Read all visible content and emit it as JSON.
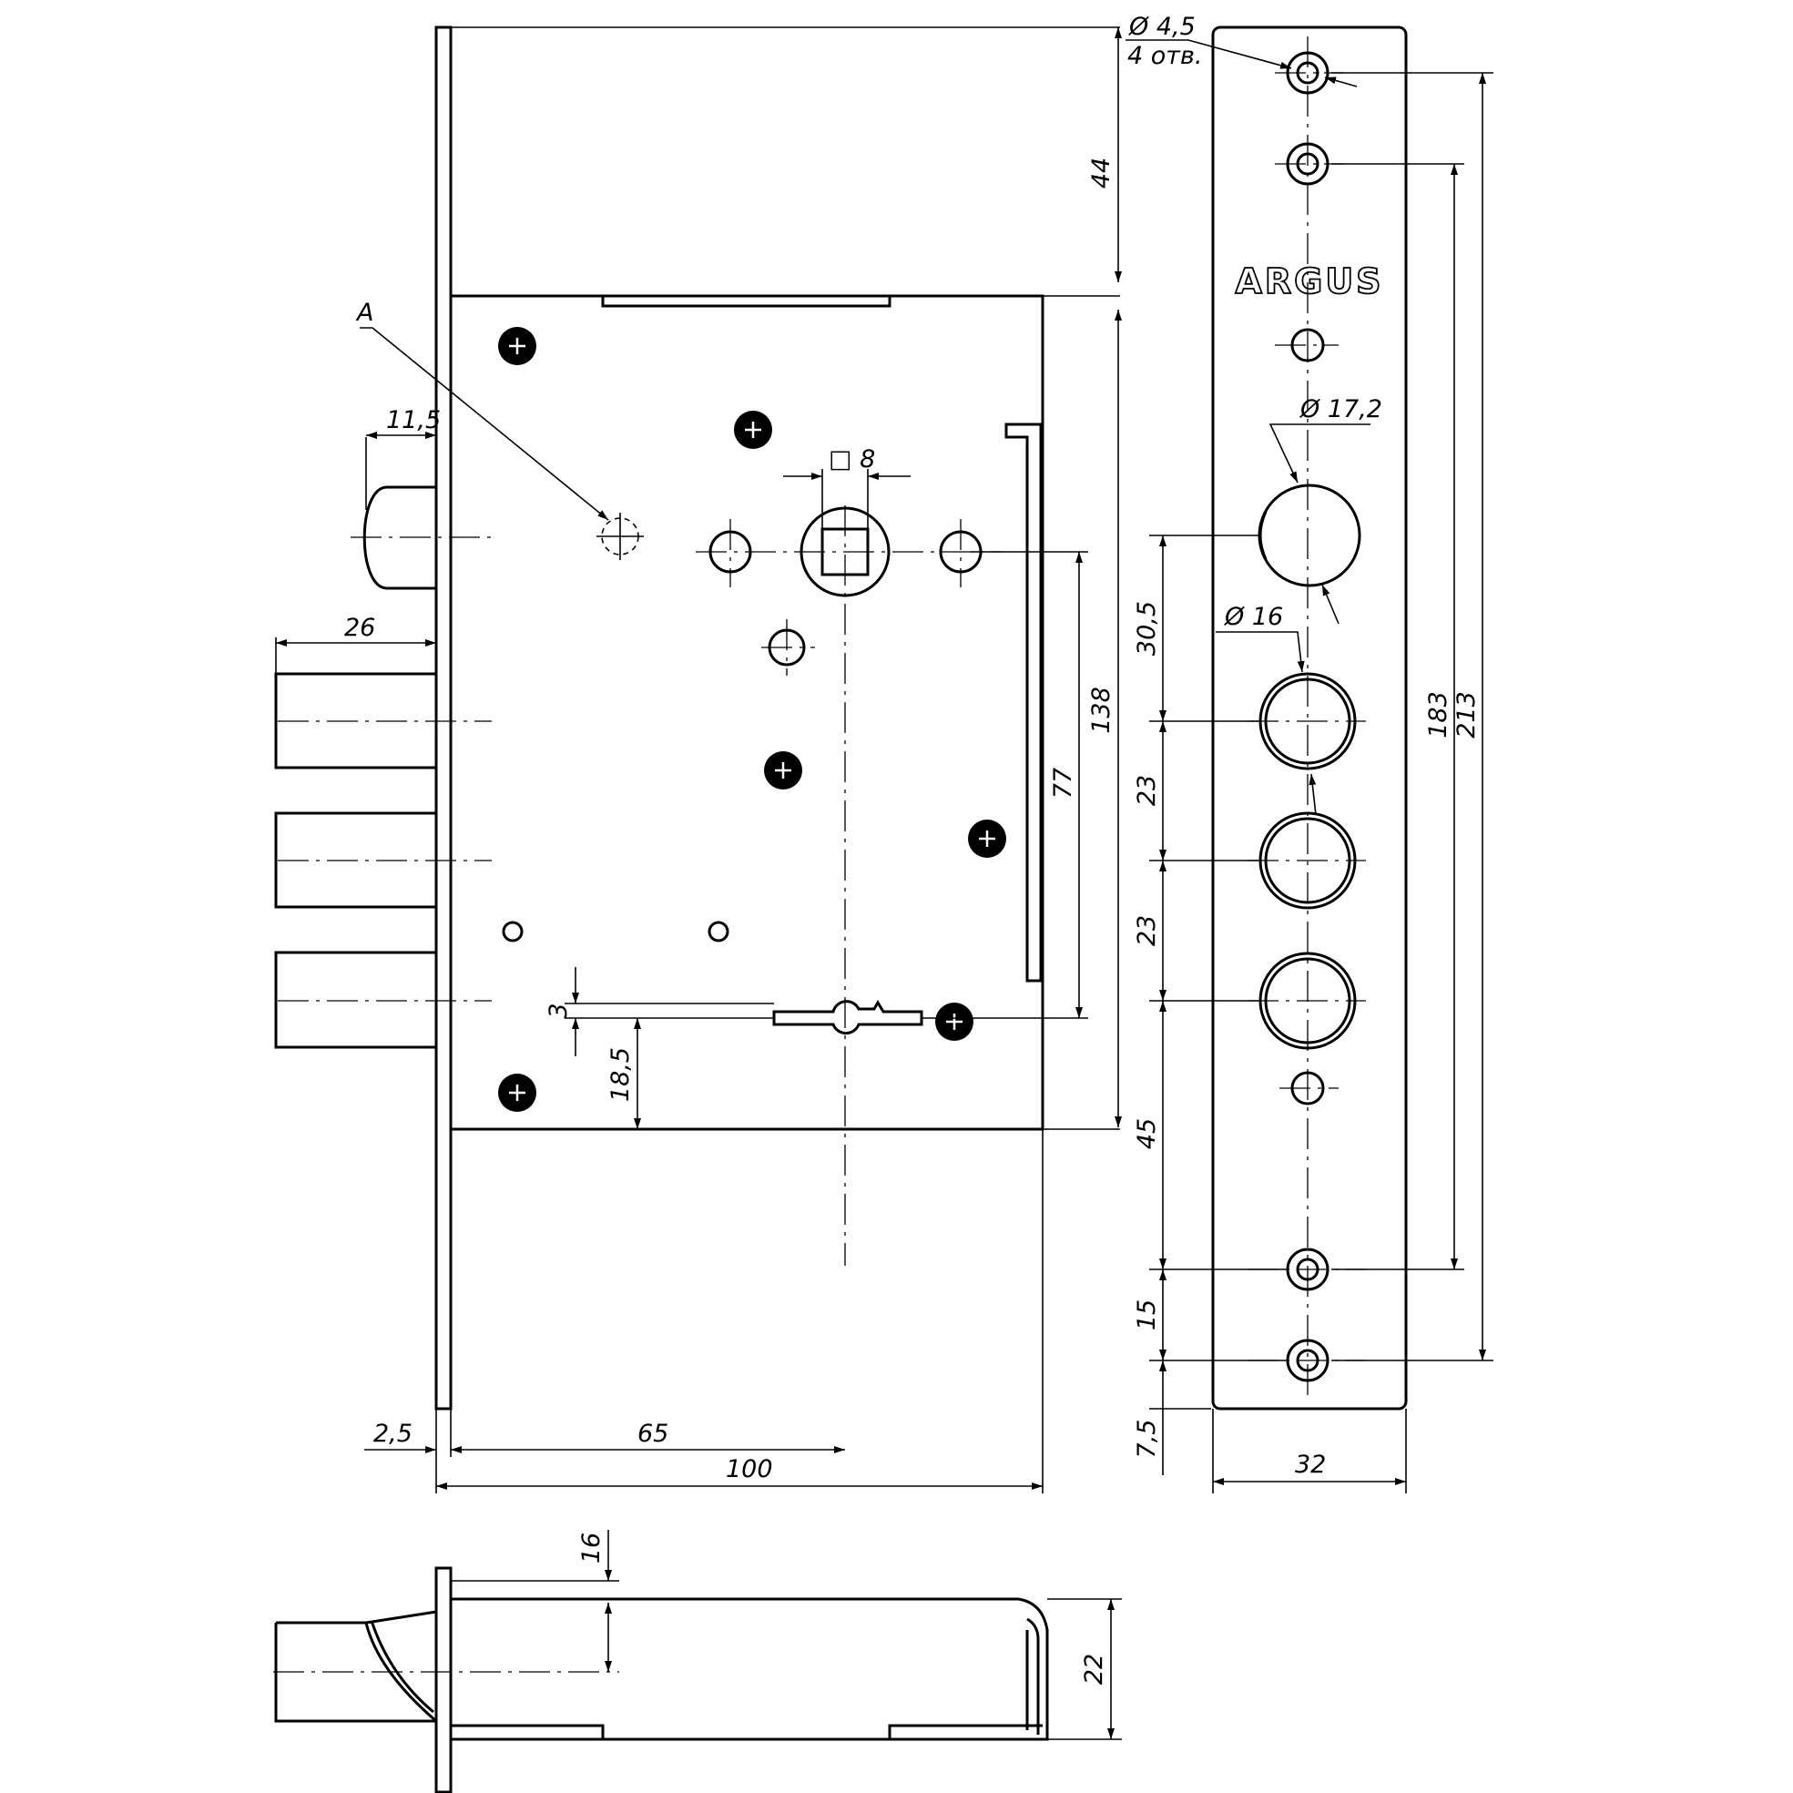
{
  "brand": "ARGUS",
  "callout": "A",
  "dimensions": {
    "hole_dia": "Ø 4,5",
    "hole_count": "4 отв.",
    "spindle": "□ 8",
    "cylinder_dia": "Ø 17,2",
    "bolt_dia": "Ø 16",
    "d44": "44",
    "d11_5": "11,5",
    "d26": "26",
    "d138": "138",
    "d77": "77",
    "d3": "3",
    "d18_5": "18,5",
    "d2_5": "2,5",
    "d65": "65",
    "d100": "100",
    "d30_5": "30,5",
    "d23a": "23",
    "d23b": "23",
    "d45": "45",
    "d15": "15",
    "d7_5": "7,5",
    "d183": "183",
    "d213": "213",
    "d32": "32",
    "d16": "16",
    "d22": "22"
  }
}
